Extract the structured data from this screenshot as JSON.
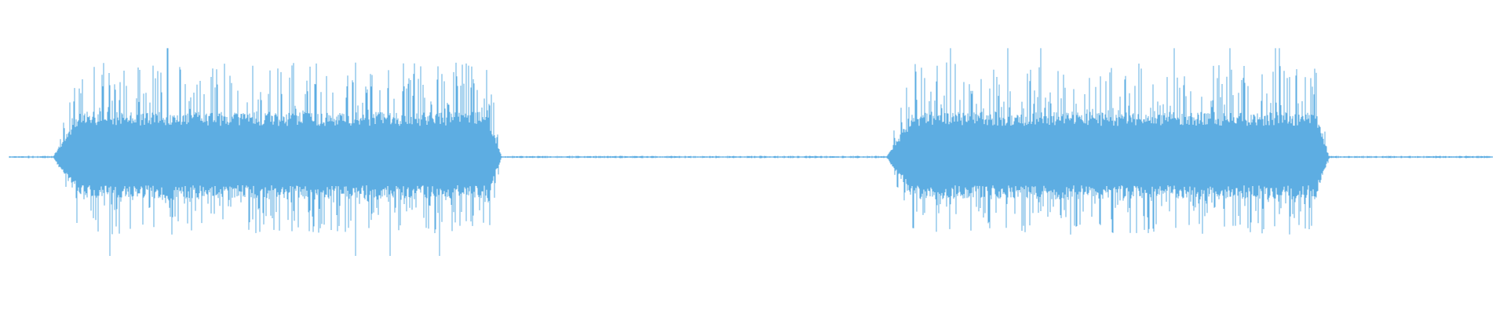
{
  "waveform": {
    "color": "#5dade2",
    "background": "#ffffff",
    "duration_fraction_segments": [
      {
        "name": "segment-1",
        "start": 0.035,
        "end": 0.333
      },
      {
        "name": "segment-2",
        "start": 0.588,
        "end": 0.882
      }
    ],
    "peak_amplitude": 0.9
  }
}
